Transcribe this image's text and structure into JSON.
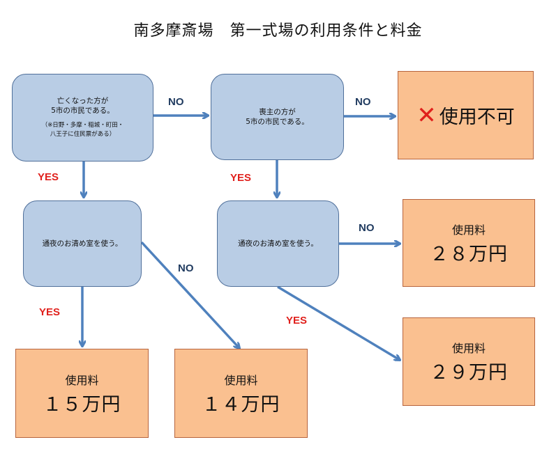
{
  "title": "南多摩斎場　第一式場の利用条件と料金",
  "nodes": {
    "q1": {
      "line1": "亡くなった方が",
      "line2": "5市の市民である。",
      "note1": "（※日野・多摩・稲城・町田・",
      "note2": "八王子に住民票がある）"
    },
    "q2": {
      "line1": "喪主の方が",
      "line2": "5市の市民である。"
    },
    "q3": {
      "text": "通夜のお清め室を使う。"
    },
    "q4": {
      "text": "通夜のお清め室を使う。"
    },
    "r_ng": {
      "mark": "✕",
      "text": "使用不可"
    },
    "r1": {
      "label": "使用料",
      "amount": "１５万円"
    },
    "r2": {
      "label": "使用料",
      "amount": "１４万円"
    },
    "r3": {
      "label": "使用料",
      "amount": "２８万円"
    },
    "r4": {
      "label": "使用料",
      "amount": "２９万円"
    }
  },
  "labels": {
    "yes": "YES",
    "no": "NO"
  },
  "colors": {
    "question_fill": "#b9cde5",
    "result_fill": "#fac090",
    "arrow": "#4f81bd",
    "yes": "#e0201c",
    "no": "#1f3a5f",
    "ng_mark": "#e0201c"
  }
}
